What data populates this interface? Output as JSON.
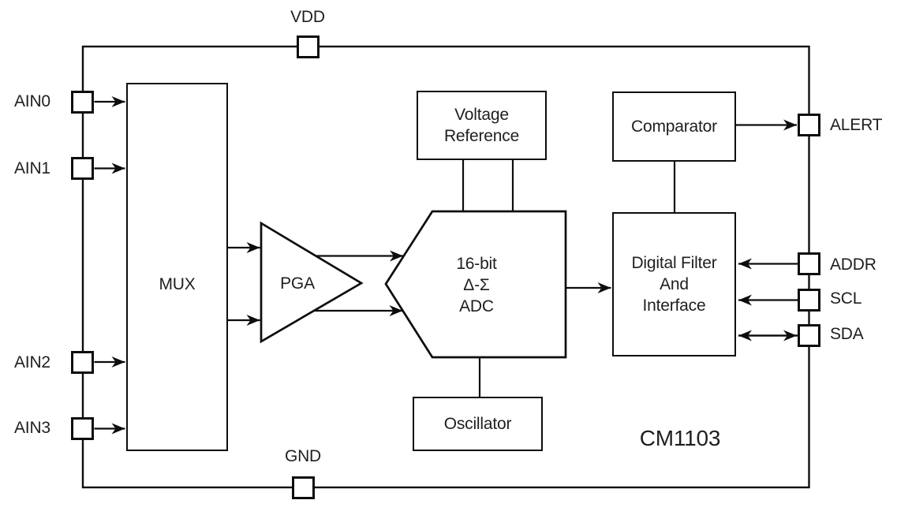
{
  "diagram": {
    "part_number": "CM1103",
    "pins": {
      "vdd": "VDD",
      "gnd": "GND",
      "ain0": "AIN0",
      "ain1": "AIN1",
      "ain2": "AIN2",
      "ain3": "AIN3",
      "alert": "ALERT",
      "addr": "ADDR",
      "scl": "SCL",
      "sda": "SDA"
    },
    "blocks": {
      "mux": "MUX",
      "pga": "PGA",
      "adc": {
        "line1": "16-bit",
        "line2": "Δ-Σ",
        "line3": "ADC"
      },
      "voltage_reference": {
        "line1": "Voltage",
        "line2": "Reference"
      },
      "comparator": "Comparator",
      "digital_filter": {
        "line1": "Digital Filter",
        "line2": "And",
        "line3": "Interface"
      },
      "oscillator": "Oscillator"
    },
    "colors": {
      "line": "#0d0d0d",
      "text": "#1f1f1f",
      "background": "#ffffff"
    }
  }
}
